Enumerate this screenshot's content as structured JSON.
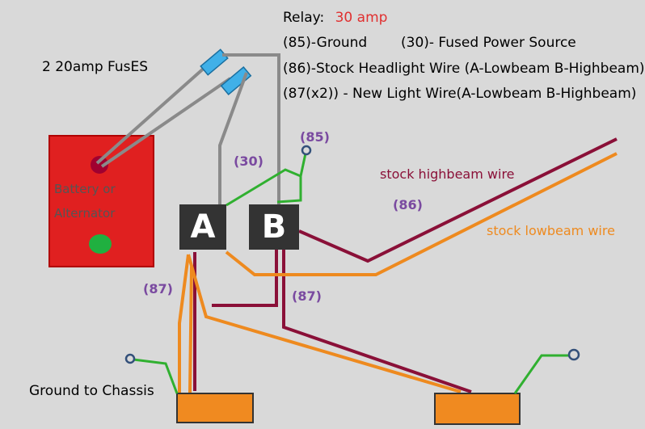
{
  "relay": {
    "title": "Relay:",
    "amp": "30 amp",
    "line_ground": "(85)-Ground",
    "line_power": "(30)- Fused Power Source",
    "line_stock": "(86)-Stock Headlight Wire (A-Lowbeam B-Highbeam)",
    "line_new": "(87(x2)) - New Light Wire(A-Lowbeam B-Highbeam)"
  },
  "fuses_label": "2 20amp FusES",
  "battery_label_1": "Battery or",
  "battery_label_2": "Alternator",
  "relay_a_label": "A",
  "relay_b_label": "B",
  "pins": {
    "p30": "(30)",
    "p85": "(85)",
    "p86": "(86)",
    "p87_left": "(87)",
    "p87_right": "(87)"
  },
  "wires": {
    "highbeam": "stock highbeam wire",
    "lowbeam": "stock lowbeam wire"
  },
  "ground_label": "Ground to Chassis",
  "colors": {
    "background": "#d9d9d9",
    "battery": "#e02020",
    "battery_post": "#a00030",
    "positive_dot": "#20b040",
    "fuse": "#40b0e8",
    "gray_wire": "#8a8a8a",
    "ground_wire": "#30b030",
    "highbeam_wire": "#8a1038",
    "lowbeam_wire": "#ee8a1f",
    "relay_box": "#333333",
    "lamp": "#f08a20",
    "title_accent": "#e03030",
    "pin_label": "#7a4aa0"
  }
}
